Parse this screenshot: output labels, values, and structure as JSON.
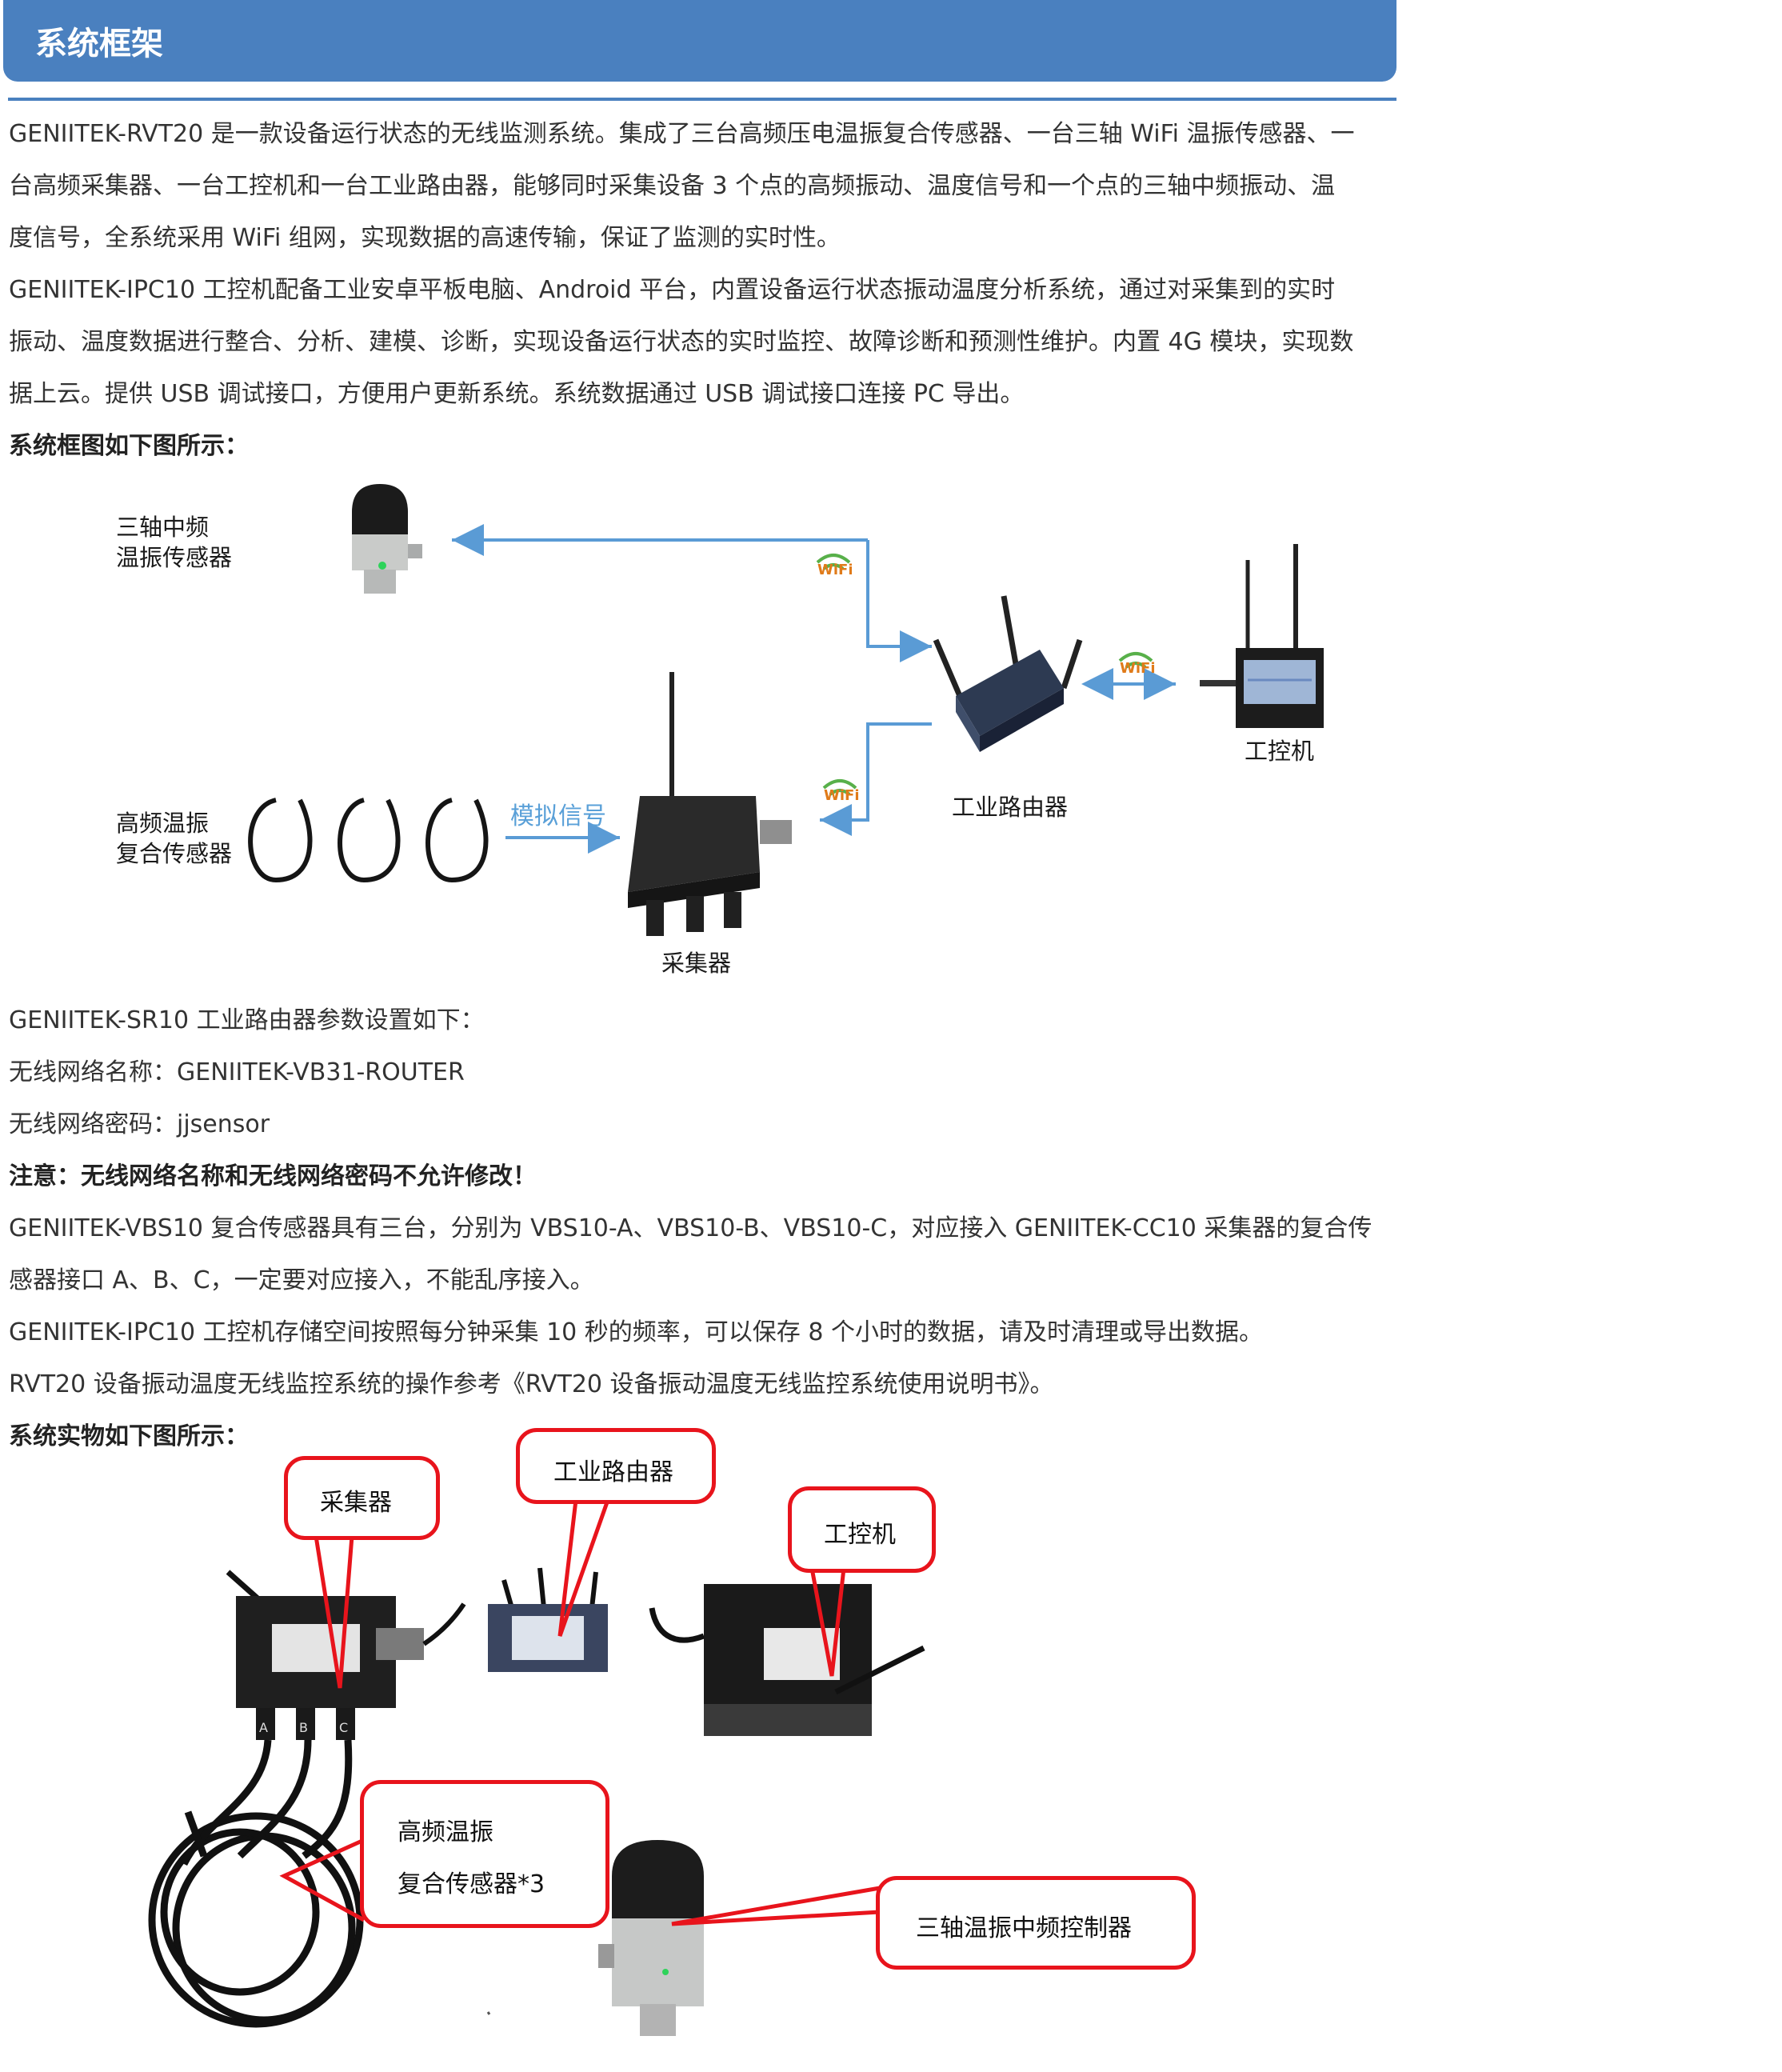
{
  "header": {
    "title": "系统框架"
  },
  "paragraphs": [
    "GENIITEK-RVT20 是一款设备运行状态的无线监测系统。集成了三台高频压电温振复合传感器、一台三轴 WiFi 温振传感器、一",
    "台高频采集器、一台工控机和一台工业路由器，能够同时采集设备 3 个点的高频振动、温度信号和一个点的三轴中频振动、温",
    "度信号，全系统采用 WiFi 组网，实现数据的高速传输，保证了监测的实时性。",
    "GENIITEK-IPC10 工控机配备工业安卓平板电脑、Android 平台，内置设备运行状态振动温度分析系统，通过对采集到的实时",
    "振动、温度数据进行整合、分析、建模、诊断，实现设备运行状态的实时监控、故障诊断和预测性维护。内置 4G 模块，实现数",
    "据上云。提供 USB 调试接口，方便用户更新系统。系统数据通过 USB 调试接口连接 PC 导出。"
  ],
  "diagram_heading": "系统框图如下图所示：",
  "diagram": {
    "triaxial_sensor": [
      "三轴中频",
      "温振传感器"
    ],
    "hf_sensor": [
      "高频温振",
      "复合传感器"
    ],
    "analog_signal": "模拟信号",
    "collector": "采集器",
    "router": "工业路由器",
    "ipc": "工控机",
    "wifi_badge": "WiFi"
  },
  "settings": {
    "intro": "GENIITEK-SR10 工业路由器参数设置如下：",
    "ssid": "无线网络名称：GENIITEK-VB31-ROUTER",
    "password": "无线网络密码：jjsensor",
    "warning": "注意：无线网络名称和无线网络密码不允许修改！",
    "notes": [
      "GENIITEK-VBS10 复合传感器具有三台，分别为 VBS10-A、VBS10-B、VBS10-C，对应接入 GENIITEK-CC10 采集器的复合传",
      "感器接口 A、B、C，一定要对应接入，不能乱序接入。",
      "GENIITEK-IPC10 工控机存储空间按照每分钟采集 10 秒的频率，可以保存 8 个小时的数据，请及时清理或导出数据。",
      "RVT20 设备振动温度无线监控系统的操作参考《RVT20 设备振动温度无线监控系统使用说明书》。"
    ]
  },
  "photo_heading": "系统实物如下图所示：",
  "photo": {
    "callout_collector": "采集器",
    "callout_router": "工业路由器",
    "callout_ipc": "工控机",
    "callout_hf_line1": "高频温振",
    "callout_hf_line2": "复合传感器*3",
    "callout_triaxial": "三轴温振中频控制器",
    "port_labels": [
      "A",
      "B",
      "C"
    ]
  },
  "colors": {
    "header": "#4a80bf",
    "arrow": "#5a9bd5",
    "callout": "#e8141c"
  }
}
